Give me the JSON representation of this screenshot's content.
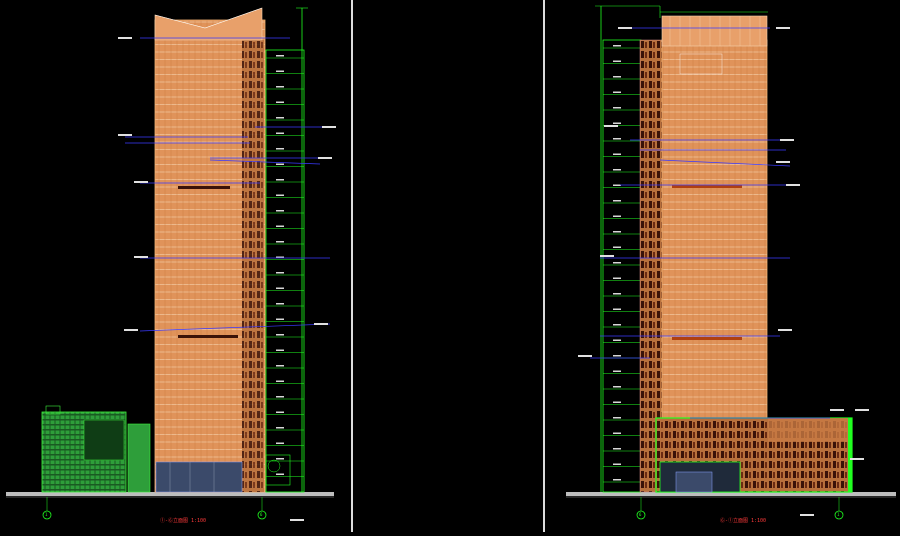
{
  "drawing": {
    "left_elevation": {
      "title": "①-⑥立面图 1:100",
      "scale_note": "",
      "grid_left": "1",
      "grid_right": "6"
    },
    "right_elevation": {
      "title": "⑥-①立面图 1:100",
      "scale_note": "",
      "grid_left": "6",
      "grid_right": "1"
    },
    "colors": {
      "background": "#000000",
      "facade": "#e0935a",
      "facade_line": "#f3c59a",
      "dimension": "#20ff20",
      "leader": "#3a3aff",
      "ground": "#bdbdbd",
      "podium": "#2e9e3a",
      "dark_band": "#5a1a10",
      "title": "#ff3a3a",
      "divider": "#dddddd"
    }
  }
}
